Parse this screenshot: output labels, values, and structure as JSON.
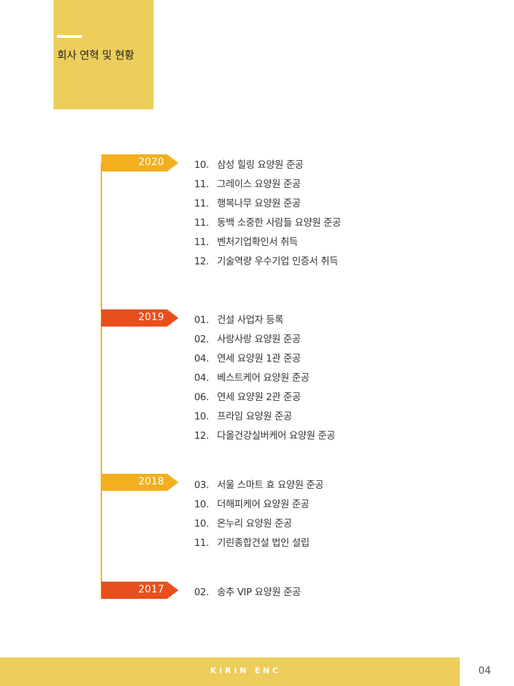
{
  "header": {
    "title": "회사 연혁 및 현황"
  },
  "colors": {
    "yellow": "#edcd5b",
    "orange": "#f2b01e",
    "red": "#e94f1d"
  },
  "timeline": [
    {
      "year": "2020",
      "color": "#f2b01e",
      "events": [
        {
          "month": "10.",
          "text": "삼성 힐링 요양원 준공"
        },
        {
          "month": "11.",
          "text": "그레이스 요양원 준공"
        },
        {
          "month": "11.",
          "text": "행복나무 요양원 준공"
        },
        {
          "month": "11.",
          "text": "동백 소중한 사람들 요양원 준공"
        },
        {
          "month": "11.",
          "text": "벤처기업확인서 취득"
        },
        {
          "month": "12.",
          "text": "기술역량 우수기업 인증서 취득"
        }
      ]
    },
    {
      "year": "2019",
      "color": "#e94f1d",
      "events": [
        {
          "month": "01.",
          "text": "건설 사업자 등록"
        },
        {
          "month": "02.",
          "text": "사랑사랑 요양원 준공"
        },
        {
          "month": "04.",
          "text": "연세 요양원 1관 준공"
        },
        {
          "month": "04.",
          "text": "베스트케어 요양원 준공"
        },
        {
          "month": "06.",
          "text": "연세 요양원 2관 준공"
        },
        {
          "month": "10.",
          "text": "프라임 요양원 준공"
        },
        {
          "month": "12.",
          "text": "다올건강실버케어 요양원 준공"
        }
      ]
    },
    {
      "year": "2018",
      "color": "#f2b01e",
      "events": [
        {
          "month": "03.",
          "text": "서울 스마트 효 요양원 준공"
        },
        {
          "month": "10.",
          "text": "더해피케어 요양원 준공"
        },
        {
          "month": "10.",
          "text": "온누리 요양원 준공"
        },
        {
          "month": "11.",
          "text": "기린종합건설 법인 설립"
        }
      ]
    },
    {
      "year": "2017",
      "color": "#e94f1d",
      "events": [
        {
          "month": "02.",
          "text": "송추 VIP 요양원 준공"
        }
      ]
    }
  ],
  "footer": {
    "brand": "KIRIN ENC",
    "page_number": "04"
  }
}
